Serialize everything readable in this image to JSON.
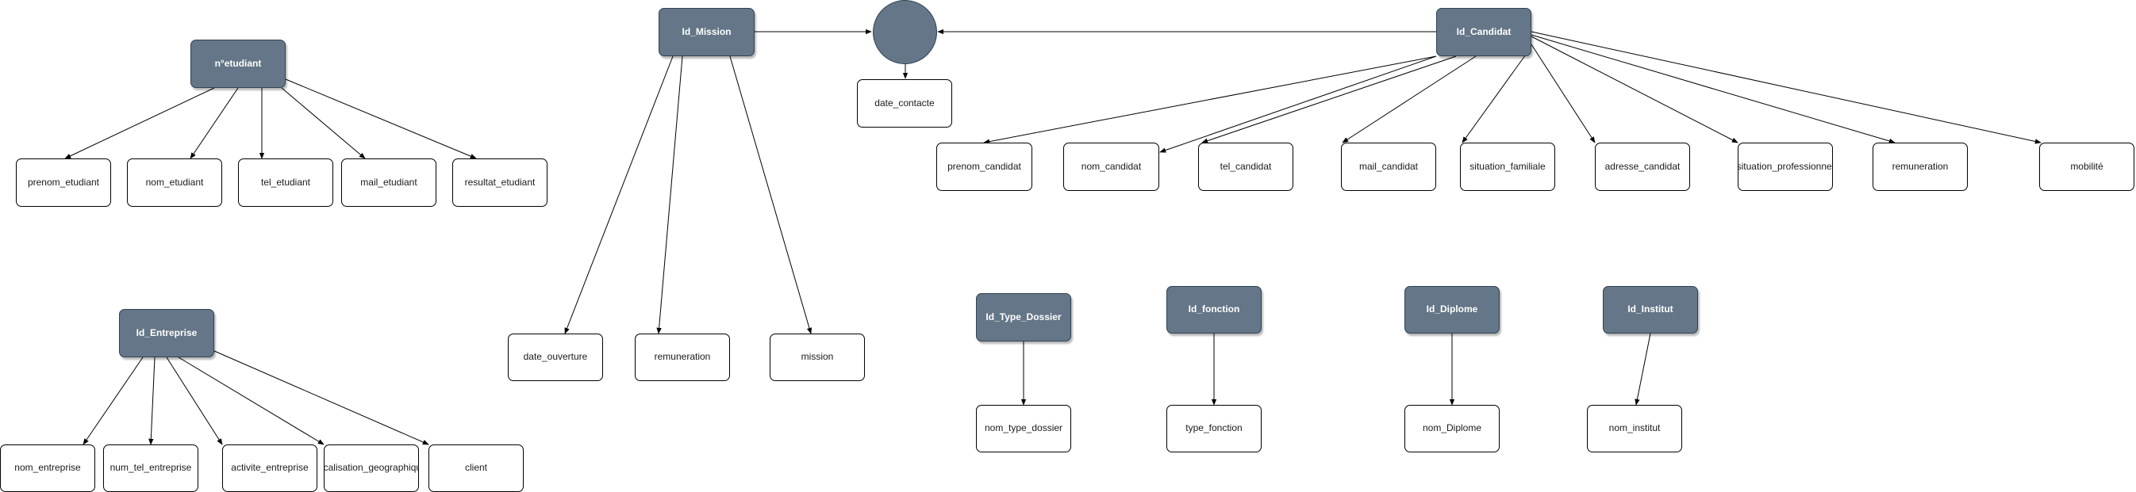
{
  "nodes": {
    "n_etudiant": "n°etudiant",
    "prenom_etudiant": "prenom_etudiant",
    "nom_etudiant": "nom_etudiant",
    "tel_etudiant": "tel_etudiant",
    "mail_etudiant": "mail_etudiant",
    "resultat_etudiant": "resultat_etudiant",
    "id_entreprise": "Id_Entreprise",
    "nom_entreprise": "nom_entreprise",
    "num_tel_entreprise": "num_tel_entreprise",
    "activite_entreprise": "activite_entreprise",
    "localisation_geographique": "localisation_geographique",
    "client": "client",
    "id_mission": "Id_Mission",
    "date_ouverture": "date_ouverture",
    "remuneration_mission": "remuneration",
    "mission": "mission",
    "date_contacte": "date_contacte",
    "id_candidat": "Id_Candidat",
    "prenom_candidat": "prenom_candidat",
    "nom_candidat": "nom_candidat",
    "tel_candidat": "tel_candidat",
    "mail_candidat": "mail_candidat",
    "situation_familiale": "situation_familiale",
    "adresse_candidat": "adresse_candidat",
    "situation_professionnel": "situation_professionnel",
    "remuneration_candidat": "remuneration",
    "mobilite": "mobilité",
    "id_type_dossier": "Id_Type_Dossier",
    "nom_type_dossier": "nom_type_dossier",
    "id_fonction": "Id_fonction",
    "type_fonction": "type_fonction",
    "id_diplome": "Id_Diplome",
    "nom_diplome": "nom_Diplome",
    "id_institut": "Id_Institut",
    "nom_institut": "nom_institut"
  },
  "colors": {
    "key_fill": "#647687",
    "key_border": "#314354",
    "edge": "#000000"
  }
}
